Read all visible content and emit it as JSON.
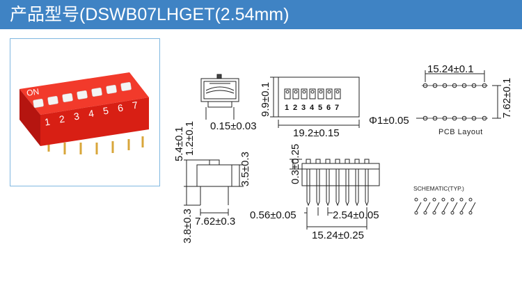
{
  "header": {
    "title": "产品型号(DSWB07LHGET(2.54mm)",
    "background": "#3f83c4"
  },
  "photo": {
    "on_label": "ON",
    "switch_numbers": [
      "1",
      "2",
      "3",
      "4",
      "5",
      "6",
      "7"
    ],
    "body_color": "#e8291c"
  },
  "top_view": {
    "width_dim": "0.15±0.03"
  },
  "front_view": {
    "height_dim": "9.9±0.1",
    "width_dim": "19.2±0.15",
    "switch_numbers": [
      "1",
      "2",
      "3",
      "4",
      "5",
      "6",
      "7"
    ]
  },
  "pcb_layout": {
    "label": "PCB Layout",
    "span_dim": "15.24±0.1",
    "row_dim": "7.62±0.1",
    "hole_dim": "Φ1±0.05"
  },
  "side_view": {
    "total_height_dim": "5.4±0.1",
    "actuator_dim": "1.2±0.1",
    "body_dim": "3.5±0.3",
    "pin_length_dim": "3.8±0.3",
    "pin_spacing_dim": "7.62±0.3"
  },
  "pin_view": {
    "pin_offset_dim": "0.3±0.25",
    "pin_width_dim": "0.56±0.05",
    "pitch_dim": "2.54±0.05",
    "span_dim": "15.24±0.25"
  },
  "schematic": {
    "label": "SCHEMATIC(TYP.)"
  }
}
